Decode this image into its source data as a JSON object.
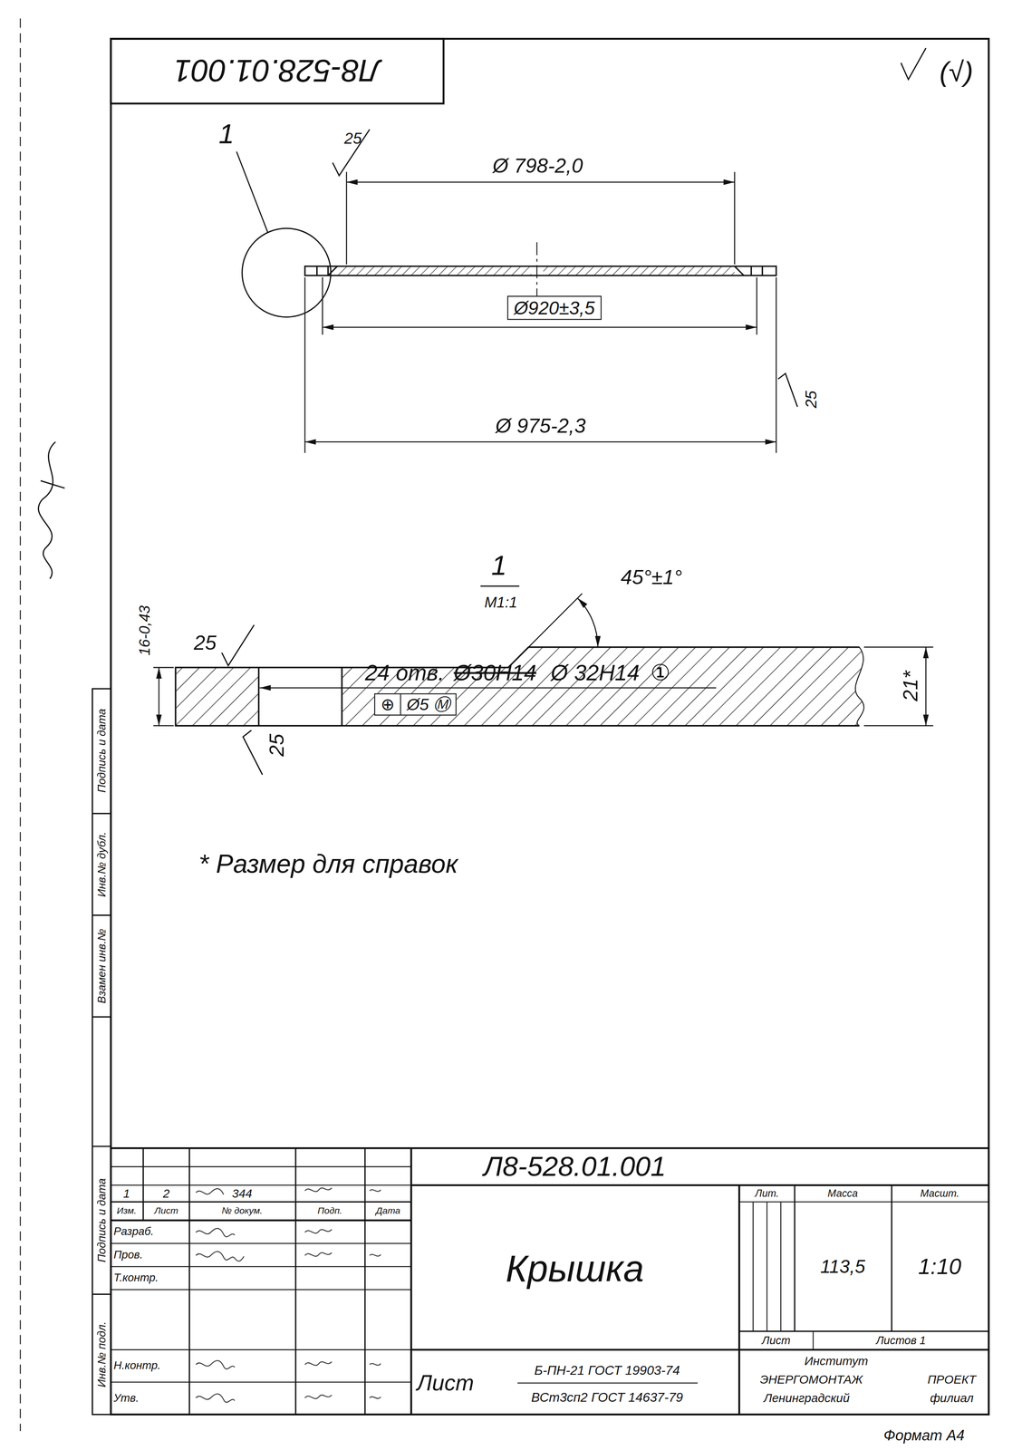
{
  "diagram": {
    "title": "Крышка",
    "nodes": [
      {
        "text": [
          "Ø920±3,5"
        ]
      },
      {
        "text": [
          "⊕",
          "Ø5 Ⓜ"
        ]
      }
    ],
    "labels": [
      "Л8-528.01.001",
      "(√)",
      "1",
      "Ø 798-2,0",
      "25",
      "25",
      "Ø 975-2,3",
      "1",
      "М1:1",
      "45°±1°",
      "16-0,43",
      "25",
      "21*",
      "24 отв.",
      "Ø30H14",
      "Ø 32H14",
      "①",
      "25",
      "* Размер для справок",
      "Подпись и дата",
      "Инв.№ дубл.",
      "Взамен инв.№",
      "Подпись и дата",
      "Инв.№ подл.",
      "Л8-528.01.001",
      "1",
      "2",
      "344",
      "Изм.",
      "Лист",
      "№ докум.",
      "Подп.",
      "Дата",
      "Разраб.",
      "Пров.",
      "Т.контр.",
      "Н.контр.",
      "Утв.",
      "Лит.",
      "Масса",
      "Масшт.",
      "113,5",
      "1:10",
      "Лист",
      "Листов 1",
      "Институт",
      "ЭНЕРГОМОНТАЖ",
      "ПРОЕКТ",
      "Ленинградский",
      "филиал",
      "Лист",
      "Б-ПН-21 ГОСТ 19903-74",
      "ВСт3сп2 ГОСТ 14637-79",
      "Формат А4"
    ]
  }
}
